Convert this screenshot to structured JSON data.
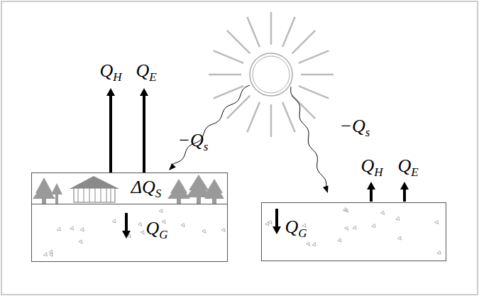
{
  "diagram": {
    "nodes": [
      {
        "text": [
          "ΔQS"
        ]
      },
      {
        "text": [
          "QG"
        ]
      },
      {
        "text": [
          "QG"
        ]
      }
    ],
    "labels": [
      "QH",
      "QE",
      "−Qs",
      "−Qs",
      "QH",
      "QE"
    ]
  }
}
